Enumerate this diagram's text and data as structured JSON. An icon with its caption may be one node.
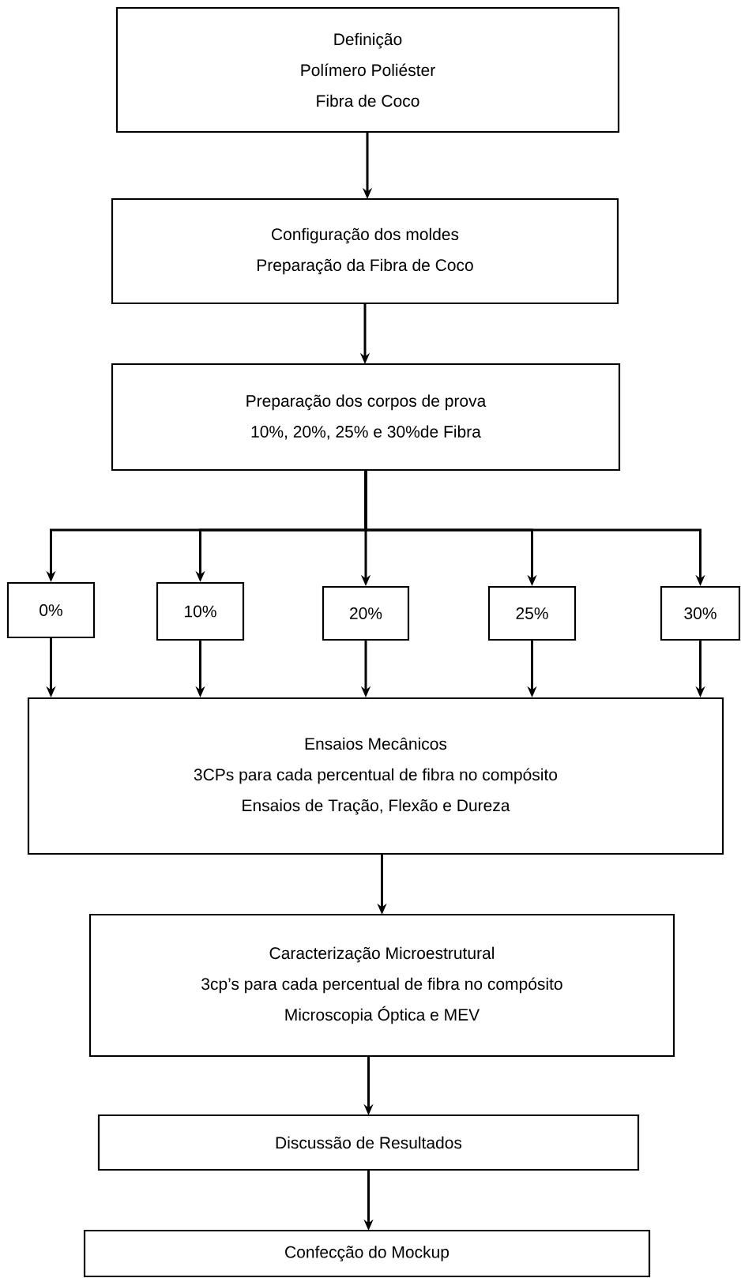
{
  "diagram": {
    "nodes": [
      {
        "text": [
          "Definição",
          "Polímero Poliéster",
          "Fibra de Coco"
        ]
      },
      {
        "text": [
          "Configuração dos moldes",
          "Preparação da Fibra de Coco"
        ]
      },
      {
        "text": [
          "Preparação dos corpos de prova",
          "10%, 20%, 25% e 30%de Fibra"
        ]
      },
      {
        "text": [
          "0%"
        ]
      },
      {
        "text": [
          "10%"
        ]
      },
      {
        "text": [
          "20%"
        ]
      },
      {
        "text": [
          "25%"
        ]
      },
      {
        "text": [
          "30%"
        ]
      },
      {
        "text": [
          "Ensaios Mecânicos",
          "3CPs para cada percentual de fibra no compósito",
          "Ensaios de Tração, Flexão e Dureza"
        ]
      },
      {
        "text": [
          "Caracterização Microestrutural",
          "3cp’s para cada percentual de fibra no compósito",
          "Microscopia Óptica e MEV"
        ]
      },
      {
        "text": [
          "Discussão de Resultados"
        ]
      },
      {
        "text": [
          "Confecção do Mockup"
        ]
      }
    ],
    "edges": [
      {
        "from": 0,
        "to": 1,
        "arrow": "to"
      },
      {
        "from": 1,
        "to": 2,
        "arrow": "to"
      },
      {
        "from": 2,
        "to": 3,
        "arrow": "to"
      },
      {
        "from": 2,
        "to": 4,
        "arrow": "to"
      },
      {
        "from": 2,
        "to": 5,
        "arrow": "to"
      },
      {
        "from": 2,
        "to": 6,
        "arrow": "to"
      },
      {
        "from": 2,
        "to": 7,
        "arrow": "to"
      },
      {
        "from": 3,
        "to": 8,
        "arrow": "to"
      },
      {
        "from": 4,
        "to": 8,
        "arrow": "to"
      },
      {
        "from": 5,
        "to": 8,
        "arrow": "to"
      },
      {
        "from": 6,
        "to": 8,
        "arrow": "to"
      },
      {
        "from": 7,
        "to": 8,
        "arrow": "to"
      },
      {
        "from": 8,
        "to": 9,
        "arrow": "to"
      },
      {
        "from": 9,
        "to": 10,
        "arrow": "to"
      },
      {
        "from": 10,
        "to": 11,
        "arrow": "to"
      }
    ]
  }
}
